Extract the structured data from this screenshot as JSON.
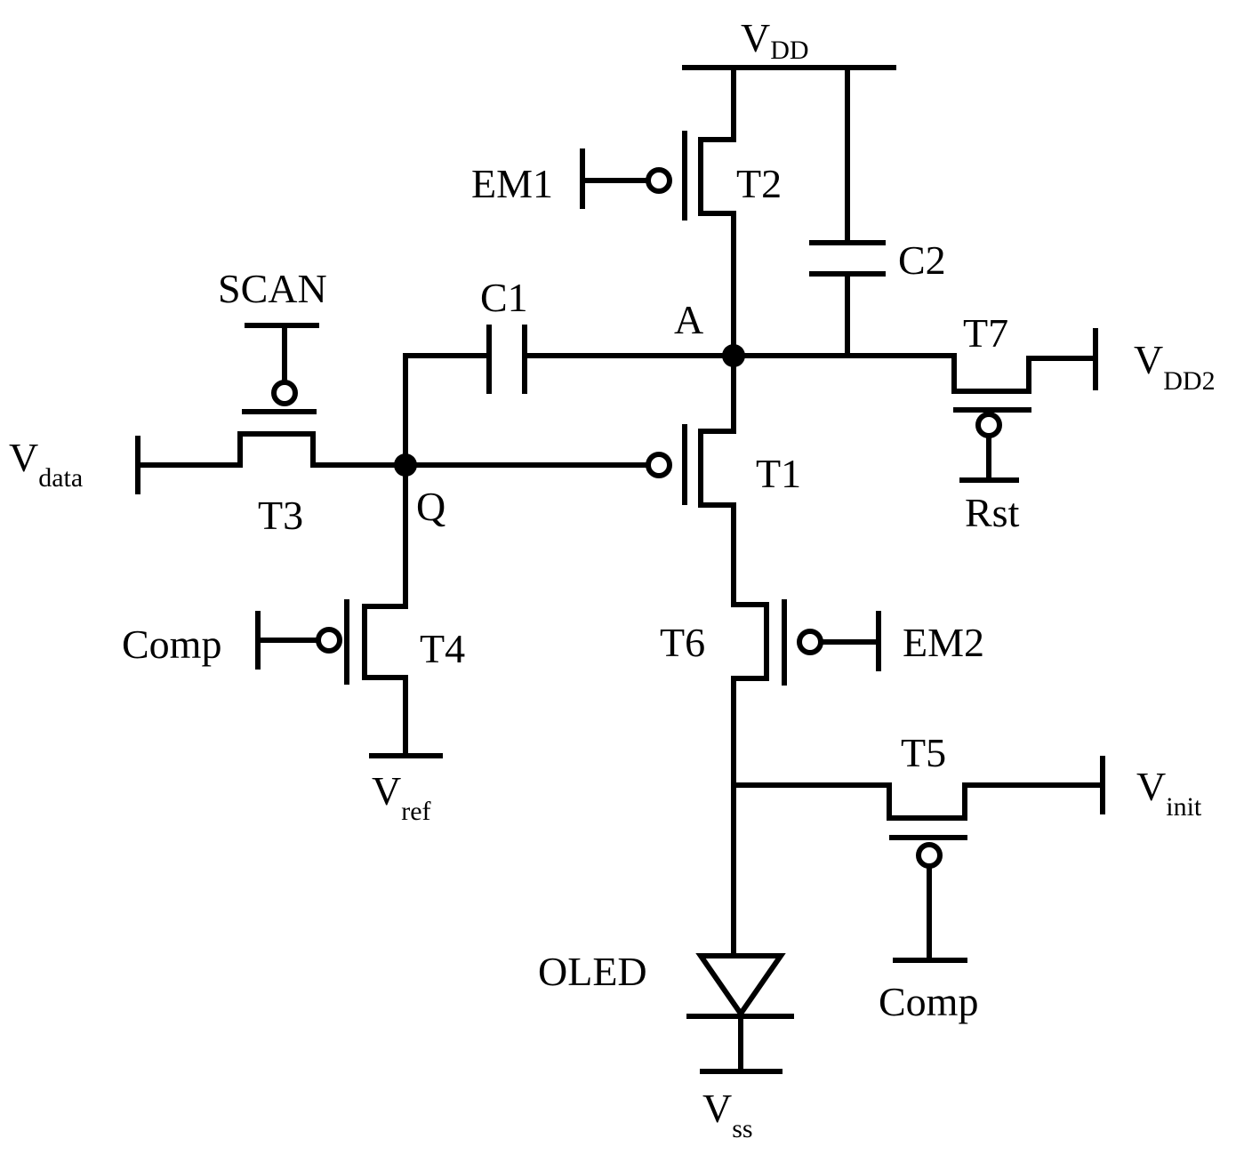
{
  "rails": {
    "vdd": {
      "main": "V",
      "sub": "DD"
    },
    "vdd2": {
      "main": "V",
      "sub": "DD2"
    },
    "vdata": {
      "main": "V",
      "sub": "data"
    },
    "vref": {
      "main": "V",
      "sub": "ref"
    },
    "vinit": {
      "main": "V",
      "sub": "init"
    },
    "vss": {
      "main": "V",
      "sub": "ss"
    }
  },
  "signals": {
    "em1": "EM1",
    "em2": "EM2",
    "scan": "SCAN",
    "rst": "Rst",
    "comp_t4": "Comp",
    "comp_t5": "Comp"
  },
  "transistors": {
    "t1": "T1",
    "t2": "T2",
    "t3": "T3",
    "t4": "T4",
    "t5": "T5",
    "t6": "T6",
    "t7": "T7"
  },
  "capacitors": {
    "c1": "C1",
    "c2": "C2"
  },
  "nodes": {
    "a": "A",
    "q": "Q"
  },
  "devices": {
    "oled": "OLED"
  }
}
